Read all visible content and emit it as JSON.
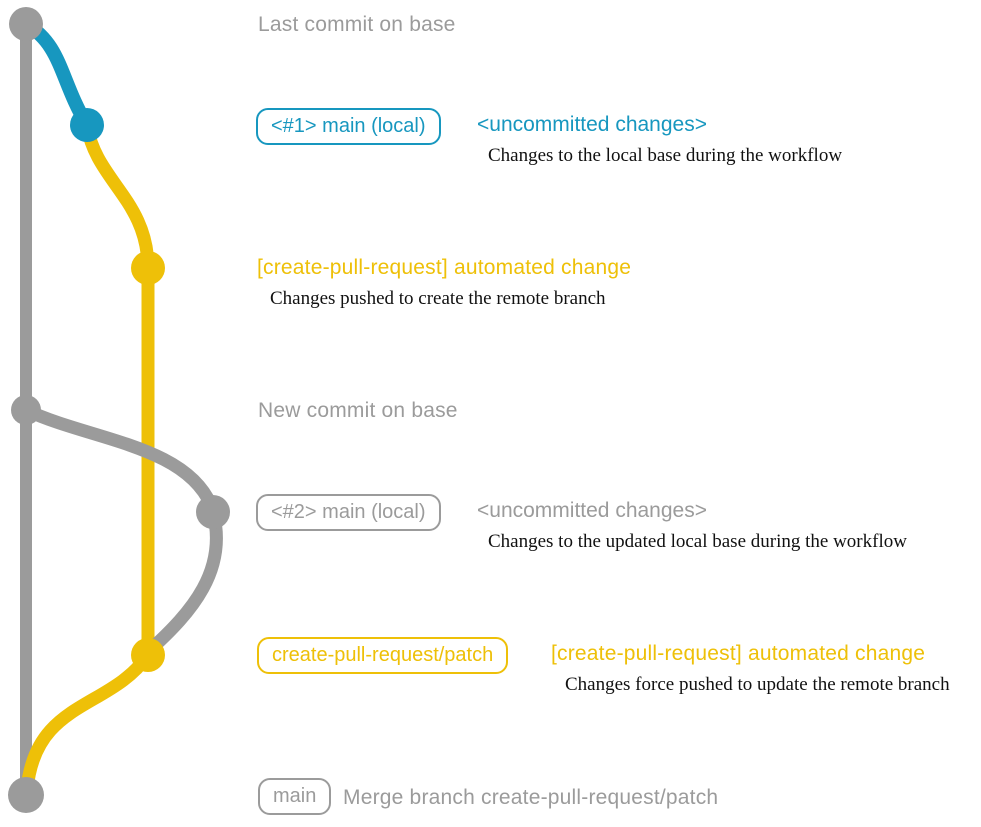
{
  "colors": {
    "gray": "#9b9b9b",
    "blue": "#1797bf",
    "yellow": "#eec008",
    "text": "#111111",
    "background": "#ffffff"
  },
  "graph": {
    "branches": [
      {
        "name": "base",
        "color": "#9b9b9b"
      },
      {
        "name": "main-local",
        "color": "#1797bf"
      },
      {
        "name": "create-pull-request-patch",
        "color": "#eec008"
      }
    ],
    "commit_count": 7
  },
  "rows": [
    {
      "title": "Last commit on base"
    },
    {
      "badge": "<#1> main (local)",
      "status": "<uncommitted changes>",
      "caption": "Changes to the local base during the workflow"
    },
    {
      "title": "[create-pull-request] automated change",
      "caption": "Changes pushed to create the remote branch"
    },
    {
      "title": "New commit on base"
    },
    {
      "badge": "<#2> main (local)",
      "status": "<uncommitted changes>",
      "caption": "Changes to the updated local base during the workflow"
    },
    {
      "badge": "create-pull-request/patch",
      "title": "[create-pull-request] automated change",
      "caption": "Changes force pushed to update the remote branch"
    },
    {
      "badge": "main",
      "title": "Merge branch create-pull-request/patch"
    }
  ]
}
